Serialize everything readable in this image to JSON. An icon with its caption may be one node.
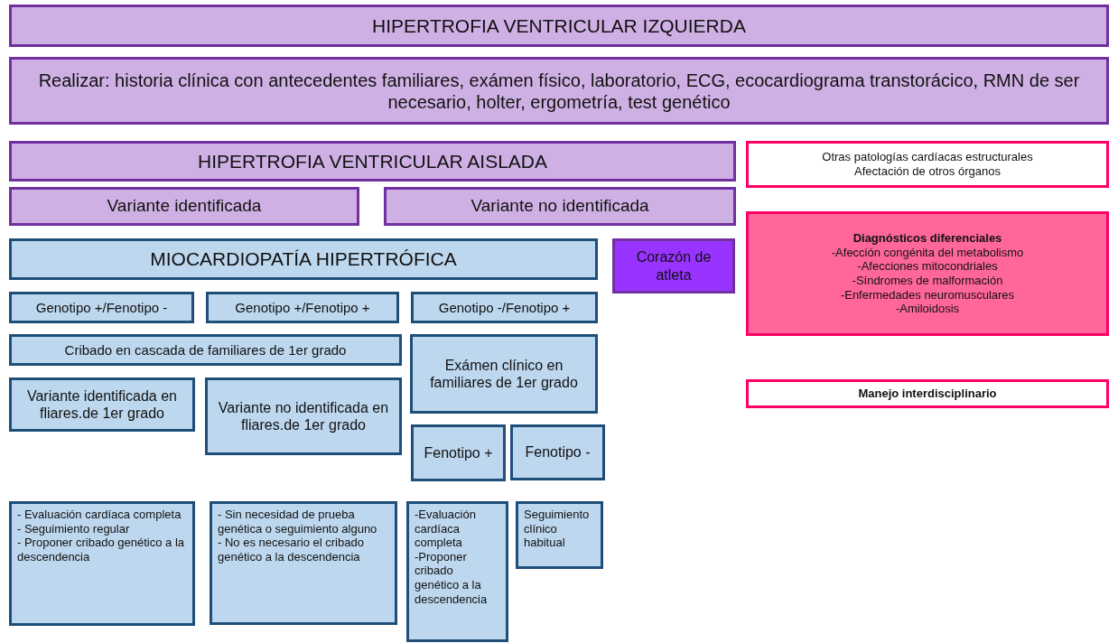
{
  "diagram": {
    "title": "HIPERTROFIA VENTRICULAR IZQUIERDA",
    "nodes": [
      {
        "text": [
          "Realizar: historia clínica con antecedentes familiares, exámen físico, laboratorio, ECG, ecocardiograma transtorácico, RMN de ser necesario, holter, ergometría, test genético"
        ]
      },
      {
        "text": [
          "HIPERTROFIA VENTRICULAR AISLADA"
        ]
      },
      {
        "text": [
          "Otras patologías cardíacas estructurales",
          "Afectación de otros órganos"
        ]
      },
      {
        "text": [
          "Variante identificada"
        ]
      },
      {
        "text": [
          "Variante no identificada"
        ]
      },
      {
        "text": [
          "Diagnósticos diferenciales",
          "-Afección congénita del metabolismo",
          "-Afecciones mitocondriales",
          "-Síndromes de malformación",
          "-Enfermedades neuromusculares",
          "-Amiloidosis"
        ]
      },
      {
        "text": [
          "MIOCARDIOPATÍA HIPERTRÓFICA"
        ]
      },
      {
        "text": [
          "Corazón de atleta"
        ]
      },
      {
        "text": [
          "Genotipo +/Fenotipo -"
        ]
      },
      {
        "text": [
          "Genotipo +/Fenotipo +"
        ]
      },
      {
        "text": [
          "Genotipo -/Fenotipo +"
        ]
      },
      {
        "text": [
          "Cribado en cascada de familiares de 1er grado"
        ]
      },
      {
        "text": [
          "Exámen clínico en familiares de 1er grado"
        ]
      },
      {
        "text": [
          "Variante identificada en fliares.de 1er grado"
        ]
      },
      {
        "text": [
          "Variante no identificada en fliares.de 1er grado"
        ]
      },
      {
        "text": [
          "Fenotipo +"
        ]
      },
      {
        "text": [
          "Fenotipo -"
        ]
      },
      {
        "text": [
          "Manejo interdisciplinario"
        ]
      },
      {
        "text": [
          "- Evaluación cardíaca completa",
          "- Seguimiento regular",
          "- Proponer cribado genético a la descendencia"
        ]
      },
      {
        "text": [
          "- Sin necesidad de prueba genética o seguimiento alguno",
          "- No es necesario el cribado genético a la descendencia"
        ]
      },
      {
        "text": [
          "-Evaluación cardíaca completa",
          "-Proponer cribado genético a la descendencia"
        ]
      },
      {
        "text": [
          "Seguimiento clínico habitual"
        ]
      }
    ]
  }
}
